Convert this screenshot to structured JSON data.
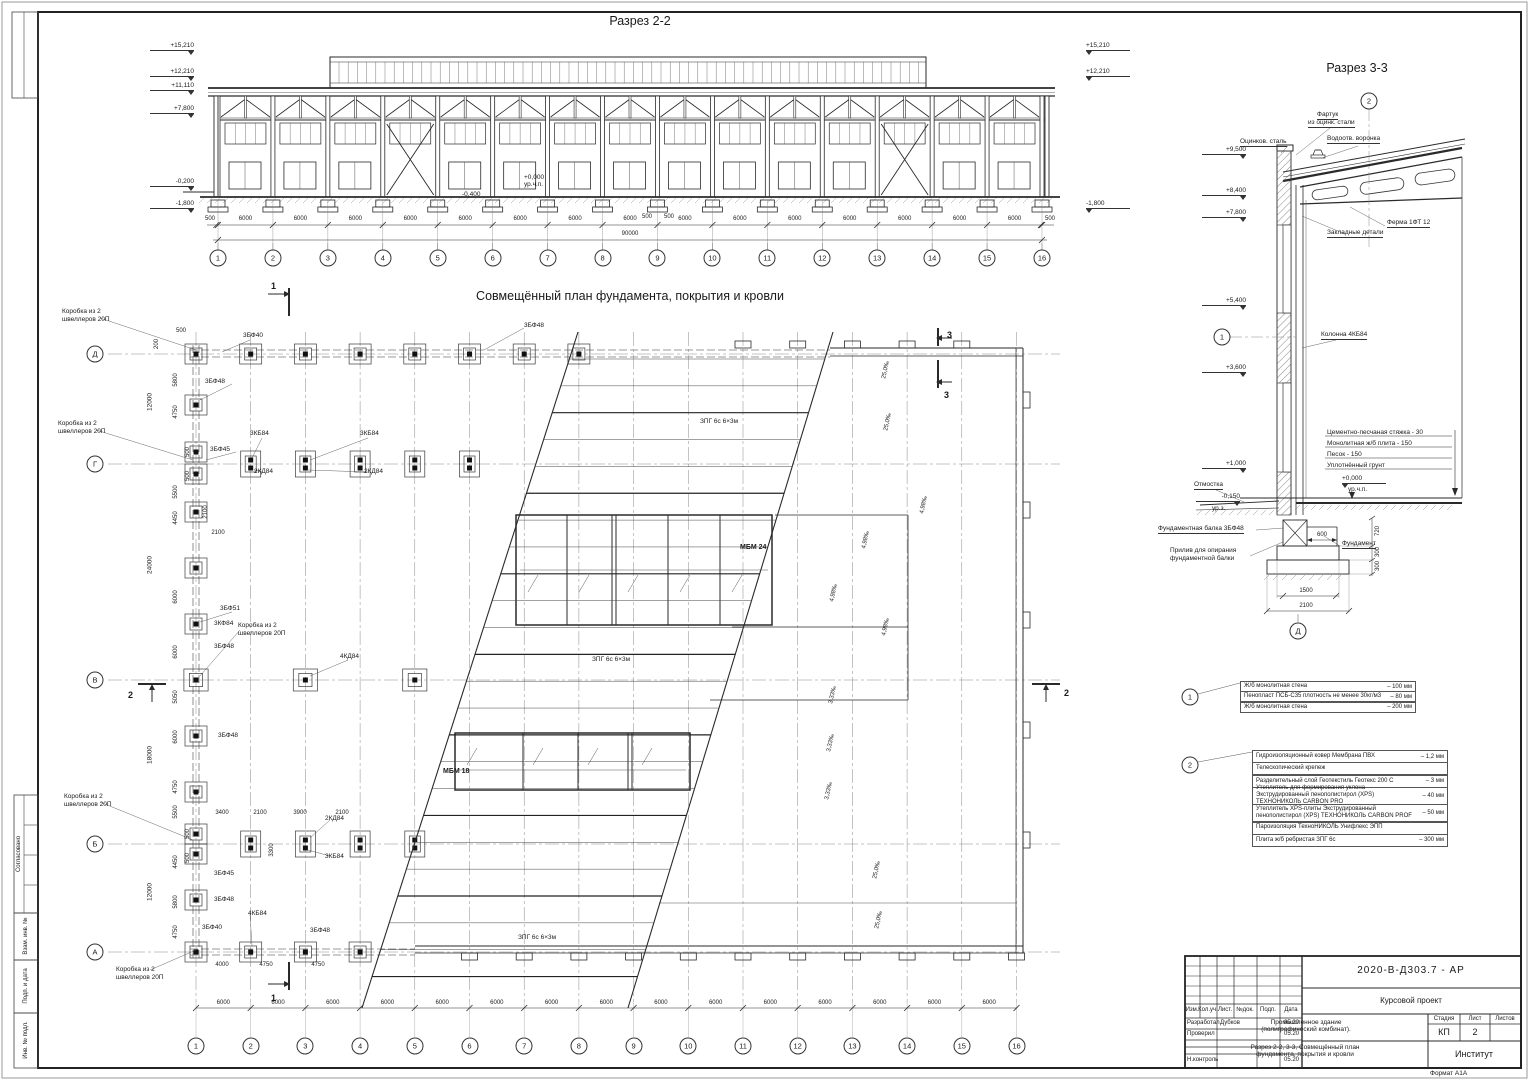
{
  "sheet": {
    "side_boxes": [
      "Согласовано",
      "Взам. инв. №",
      "Подп. и дата",
      "Инв. № подл."
    ],
    "format_note": "Формат А1А"
  },
  "section22": {
    "title": "Разрез 2-2",
    "grid_labels": [
      "1",
      "2",
      "3",
      "4",
      "5",
      "6",
      "7",
      "8",
      "9",
      "10",
      "11",
      "12",
      "13",
      "14",
      "15",
      "16"
    ],
    "bay_dim": "6000",
    "total_dim": "90000",
    "end_dim": "500",
    "mid_dim": "500",
    "elev_left": [
      "+15,210",
      "+12,210",
      "+11,110",
      "+7,800",
      "-0,200",
      "-1,800"
    ],
    "elev_right": [
      "+15,210",
      "+12,210",
      "-1,800"
    ],
    "floor_mark": "+0,000",
    "floor_mark_sub": "ур.ч.п.",
    "pit_mark": "-0,400"
  },
  "plan": {
    "title": "Совмещённый план фундамента, покрытия и кровли",
    "grid_labels": [
      "1",
      "2",
      "3",
      "4",
      "5",
      "6",
      "7",
      "8",
      "9",
      "10",
      "11",
      "12",
      "13",
      "14",
      "15",
      "16"
    ],
    "row_labels": [
      "Д",
      "Г",
      "В",
      "Б",
      "А"
    ],
    "bay_dim": "6000",
    "marks": {
      "s1": "1",
      "s2": "2",
      "s3": "3"
    },
    "callout_box1": "Коробка из 2",
    "callout_box2": "швеллеров 20П",
    "fnd": {
      "f40": "3БФ40",
      "f48": "3БФ48",
      "f45": "3БФ45",
      "f51": "3БФ51",
      "kf84": "3КФ84",
      "kb84": "3КБ84",
      "kd84": "2КД84",
      "kd84b": "4КД84",
      "kb84b": "4КБ84"
    },
    "slab_label": "ЗПГ 6с 6×3м",
    "mbm24": "МБМ 24",
    "mbm18": "МБМ 18",
    "slope_a": "25,0‰",
    "slope_b": "4,98‰",
    "slope_c": "3,33‰",
    "dims": {
      "d12000": "12000",
      "d24000": "24000",
      "d18000": "18000",
      "d5800": "5800",
      "d4750": "4750",
      "d5500": "5500",
      "d4450": "4450",
      "d6000": "6000",
      "d5050": "5050",
      "d500": "500",
      "d200": "200",
      "d2100": "2100",
      "d3400": "3400",
      "d3900": "3900",
      "d3300": "3300",
      "d4000": "4000"
    }
  },
  "section33": {
    "title": "Разрез 3-3",
    "labels": {
      "fartuk1": "Фартук",
      "fartuk2": "из оцинк. стали",
      "voronka": "Водоотв. воронка",
      "otsink": "Оцинков. сталь",
      "ferma": "Ферма 1ФТ 12",
      "zakladnye": "Закладные детали",
      "kolonna": "Колонна 4КБ84",
      "otmostka": "Отмостка",
      "fund_balka": "Фундаментная балка 3БФ48",
      "priliv1": "Прилив для опирания",
      "priliv2": "фундаментной балки",
      "fundament": "Фундамент"
    },
    "elevs": {
      "e9500": "+9,500",
      "e8400": "+8,400",
      "e7800": "+7,800",
      "e5400": "+5,400",
      "e3600": "+3,600",
      "e1000": "+1,000",
      "em150": "-0,150",
      "em150sub": "ур.з.",
      "e0": "+0,000",
      "e0sub": "ур.ч.п."
    },
    "floor_layers": [
      "Цементно-песчаная стяжка - 30",
      "Монолитная ж/б плита  - 150",
      "Песок  - 150",
      "Уплотнённый грунт"
    ],
    "dims": {
      "d600": "600",
      "d720": "720",
      "d300a": "300",
      "d300b": "300",
      "d1500": "1500",
      "d2100": "2100"
    },
    "bubble1": "1",
    "bubble2": "2",
    "bubbleD": "Д"
  },
  "notes1": {
    "num": "1",
    "rows": [
      {
        "t": "Ж/б монолитная стена",
        "v": "– 100 мм"
      },
      {
        "t": "Пенопласт ПСБ-С35 плотность не менее 30кг/м3",
        "v": "– 80 мм"
      },
      {
        "t": "Ж/б монолитная стена",
        "v": "– 200 мм"
      }
    ]
  },
  "notes2": {
    "num": "2",
    "rows": [
      {
        "t": "Гидроизоляционный ковер Мембрана ПВХ",
        "v": "– 1,2 мм"
      },
      {
        "t": "Телескопический крепеж",
        "v": ""
      },
      {
        "t": "Разделительный слой Геотекстиль Геотекс 200 С",
        "v": "– 3 мм"
      },
      {
        "t": "Утеплитель для формирования уклона Экструдированный пенополистирол (XPS) ТЕХНОНИКОЛЬ CARBON PRO",
        "v": "– 40 мм"
      },
      {
        "t": "Утеплитель XPS-плиты Экструдированный пенополистирол (XPS) ТЕХНОНИКОЛЬ CARBON PROF",
        "v": "– 50 мм"
      },
      {
        "t": "Пароизоляция ТехноНИКОЛЬ Унифлекс ЭПП",
        "v": ""
      },
      {
        "t": "Плита ж/б ребристая ЗПГ 6с",
        "v": "– 300 мм"
      }
    ]
  },
  "titleblock": {
    "doc_number": "2020-В-Д303.7 - АР",
    "project": "Курсовой проект",
    "object": "Промышленное здание (полиграфический комбинат).",
    "sheet_title": "Разрез 2-2, 3-3, Совмещённый план фундамента, покрытия и кровли",
    "cols": [
      "Изм.",
      "Кол.уч.",
      "Лист.",
      "№док.",
      "Подп.",
      "Дата"
    ],
    "rows": [
      {
        "role": "Разработал",
        "name": "Дубков",
        "date": "05.20"
      },
      {
        "role": "Проверил",
        "name": "",
        "date": "05.20"
      },
      {
        "role": "Н.контроль",
        "name": "",
        "date": "05.20"
      }
    ],
    "stage_label": "Стадия",
    "sheet_label": "Лист",
    "sheets_label": "Листов",
    "stage": "КП",
    "sheet_no": "2",
    "org": "Институт"
  }
}
